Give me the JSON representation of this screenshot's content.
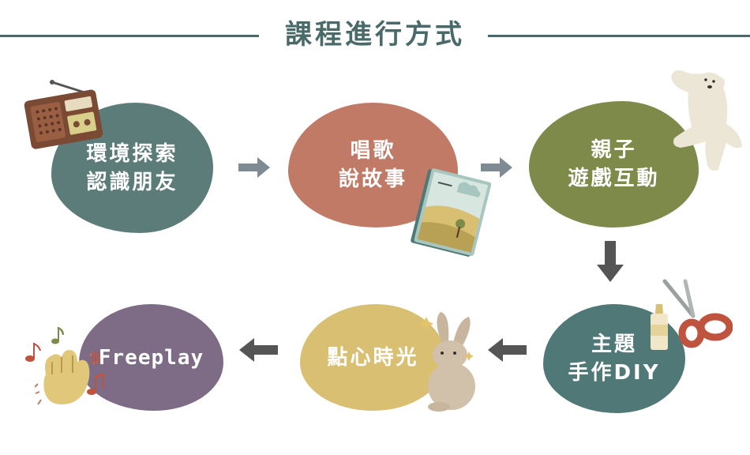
{
  "title": "課程進行方式",
  "steps": [
    {
      "line1": "環境探索",
      "line2": "認識朋友",
      "color": "#5c7c7a"
    },
    {
      "line1": "唱歌",
      "line2": "說故事",
      "color": "#c17a66"
    },
    {
      "line1": "親子",
      "line2": "遊戲互動",
      "color": "#7d8a4a"
    },
    {
      "line1": "主題",
      "line2": "手作DIY",
      "color": "#4f7876"
    },
    {
      "line1": "點心時光",
      "color": "#d9bf72"
    },
    {
      "line1": "Freeplay",
      "color": "#7e6c86"
    }
  ],
  "colors": {
    "arrow_light": "#7f8b94",
    "arrow_dark": "#555555",
    "title": "#4a6a6a"
  },
  "icons": [
    "radio-icon",
    "book-icon",
    "polar-bear-icon",
    "scissors-icon",
    "glue-bottle-icon",
    "rabbit-icon",
    "hand-icon",
    "music-note-icon"
  ]
}
